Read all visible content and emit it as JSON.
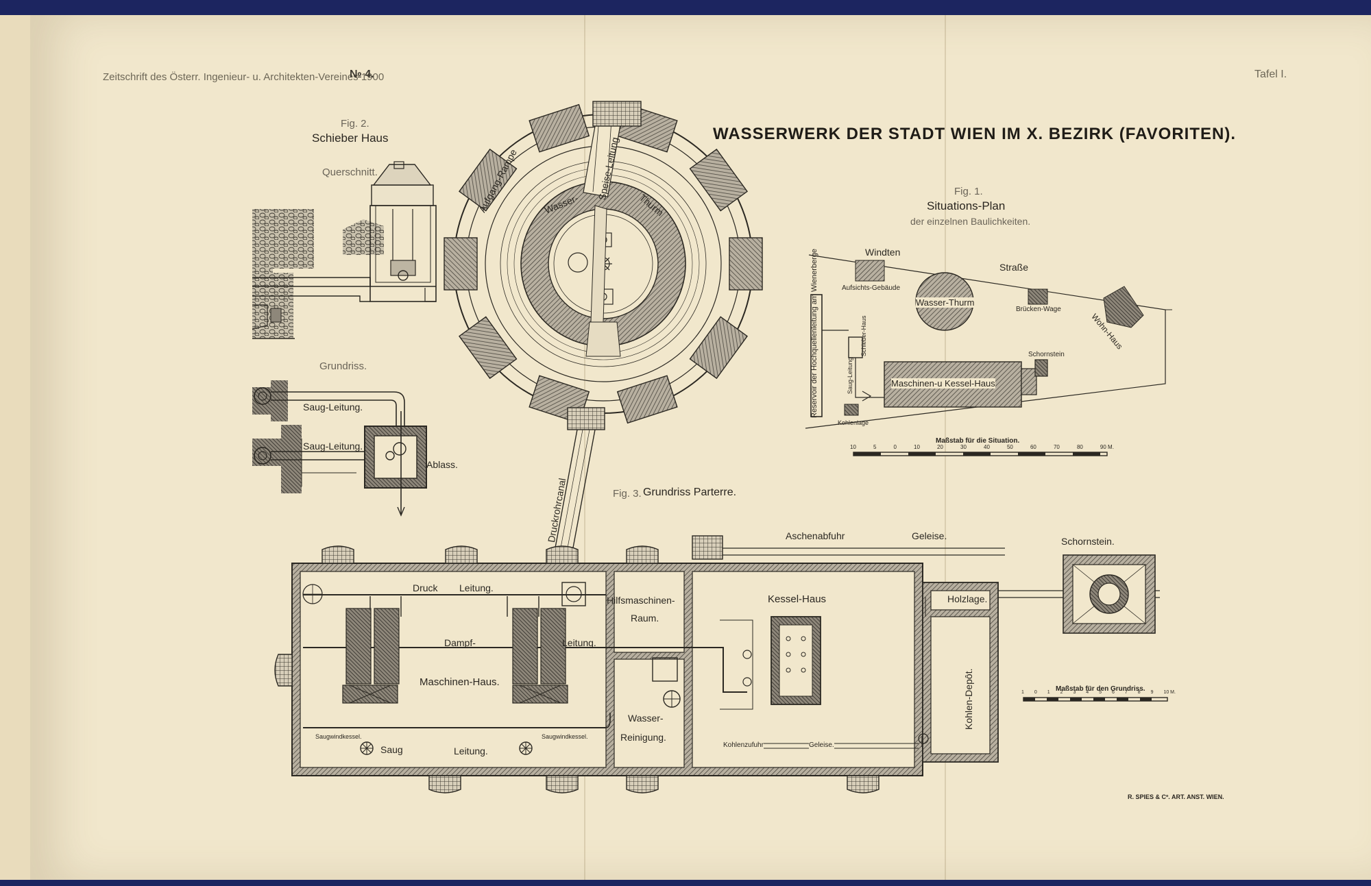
{
  "header": {
    "journal": "Zeitschrift des Österr. Ingenieur- u. Architekten-Vereines 1900",
    "issue": "№ 4.",
    "plate": "Tafel I."
  },
  "main_title": "WASSERWERK DER STADT WIEN IM X. BEZIRK (FAVORITEN).",
  "fig1": {
    "label": "Fig. 1.",
    "title": "Situations-Plan",
    "subtitle": "der einzelnen Baulichkeiten.",
    "labels": {
      "windten": "Windten",
      "strasse": "Straße",
      "aufsichts": "Aufsichts-Gebäude",
      "wasserthurm": "Wasser-Thurm",
      "bruecken_wage": "Brücken-Wage",
      "wohnhaus": "Wohn-Haus",
      "schornstein": "Schornstein",
      "maschinen_kessel": "Maschinen-u Kessel-Haus",
      "reservoir": "Reservoir der Hochquellenleitung am Wienerberge",
      "schieber_haus": "Schieber-Haus",
      "saug_leitung": "Saug-Leitung",
      "kohlenlage": "Kohlenlage"
    },
    "scale_title": "Maßstab für die Situation.",
    "scale_ticks": [
      "10",
      "5",
      "0",
      "10",
      "20",
      "30",
      "40",
      "50",
      "60",
      "70",
      "80",
      "90 M."
    ]
  },
  "fig2": {
    "label": "Fig. 2.",
    "title": "Schieber Haus",
    "section": "Querschnitt.",
    "plan": "Grundriss.",
    "saug1": "Saug-Leitung.",
    "saug2": "Saug-Leitung.",
    "ablass": "Ablass."
  },
  "tower": {
    "aufgang": "Aufgang-Rampe",
    "wasser": "Wasser-",
    "thurm": "Thurm",
    "speise": "Speise-Leitung"
  },
  "fig3": {
    "label": "Fig. 3.",
    "title": "Grundriss Parterre.",
    "druckrohrcanal": "Druckrohrcanal",
    "aschenabfuhr": "Aschenabfuhr",
    "geleise": "Geleise.",
    "schornstein": "Schornstein.",
    "druck": "Druck",
    "druck_leitung": "Leitung.",
    "dampf": "Dampf-",
    "dampf_leitung": "Leitung.",
    "maschinen_haus": "Maschinen-Haus.",
    "hilfsmaschinen": "Hilfsmaschinen-",
    "raum": "Raum.",
    "wasser": "Wasser-",
    "reinigung": "Reinigung.",
    "kessel_haus": "Kessel-Haus",
    "holzlage": "Holzlage.",
    "kohlen_depot": "Kohlen-Depôt.",
    "saug": "Saug",
    "saug_leitung": "Leitung.",
    "saugwindkessel1": "Saugwindkessel.",
    "saugwindkessel2": "Saugwindkessel.",
    "kohlenzufuhr": "Kohlenzufuhr",
    "kohlen_geleise": "Geleise.",
    "scale_title": "Maßstab für den Grundriss.",
    "scale_ticks": [
      "1",
      "0",
      "1",
      "2",
      "3",
      "4",
      "5",
      "6",
      "7",
      "8",
      "9",
      "10 M."
    ]
  },
  "printer": "R. SPIES & Cº. ART. ANST. WIEN."
}
